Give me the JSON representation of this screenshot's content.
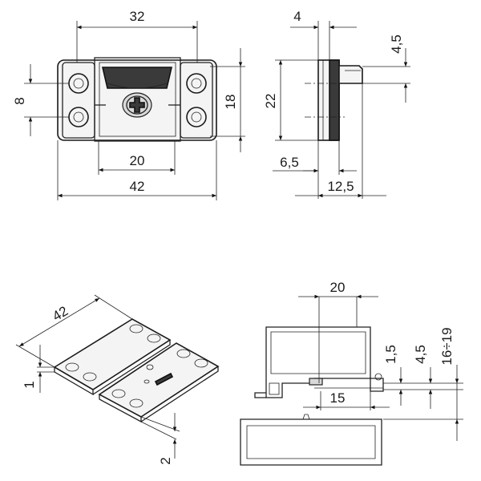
{
  "front_view": {
    "width_total": "42",
    "hole_spacing": "32",
    "slot_width": "20",
    "height": "18",
    "hole_pitch": "8"
  },
  "side_view": {
    "thickness": "4",
    "tab": "4,5",
    "height": "22",
    "offset": "6,5",
    "depth": "12,5"
  },
  "iso_view": {
    "length": "42",
    "plate_thickness": "1",
    "gap": "2"
  },
  "section_view": {
    "width": "20",
    "tab_height": "1,5",
    "step": "4,5",
    "range": "16÷19",
    "inner": "15"
  }
}
